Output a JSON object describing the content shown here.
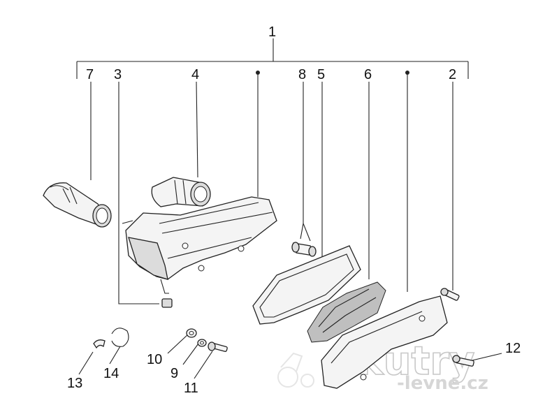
{
  "diagram": {
    "callouts": [
      {
        "id": "c1",
        "label": "1"
      },
      {
        "id": "c2",
        "label": "2"
      },
      {
        "id": "c3",
        "label": "3"
      },
      {
        "id": "c4",
        "label": "4"
      },
      {
        "id": "c5",
        "label": "5"
      },
      {
        "id": "c6",
        "label": "6"
      },
      {
        "id": "c7",
        "label": "7"
      },
      {
        "id": "c8",
        "label": "8"
      },
      {
        "id": "c9",
        "label": "9"
      },
      {
        "id": "c10",
        "label": "10"
      },
      {
        "id": "c11",
        "label": "11"
      },
      {
        "id": "c12",
        "label": "12"
      },
      {
        "id": "c13",
        "label": "13"
      },
      {
        "id": "c14",
        "label": "14"
      }
    ]
  },
  "watermark": {
    "brand": "skutry",
    "sub": "-levne.cz"
  }
}
